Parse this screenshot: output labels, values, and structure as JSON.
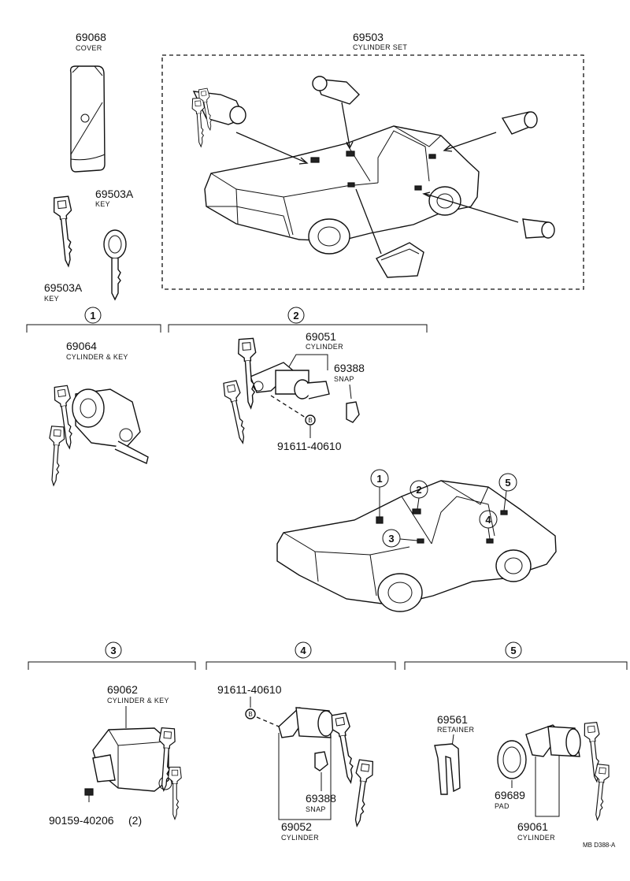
{
  "cover": {
    "number": "69068",
    "name": "COVER"
  },
  "cylinder_set": {
    "number": "69503",
    "name": "CYLINDER SET"
  },
  "key_a": {
    "number": "69503A",
    "name": "KEY"
  },
  "key_b": {
    "number": "69503A",
    "name": "KEY"
  },
  "sections": [
    "1",
    "2",
    "3",
    "4",
    "5"
  ],
  "s1": {
    "number": "69064",
    "name": "CYLINDER & KEY"
  },
  "s2": {
    "cylinder_number": "69051",
    "cylinder_name": "CYLINDER",
    "snap_number": "69388",
    "snap_name": "SNAP",
    "screw_number": "91611-40610"
  },
  "car_callouts": [
    "1",
    "2",
    "3",
    "4",
    "5"
  ],
  "s3": {
    "number": "69062",
    "name": "CYLINDER & KEY",
    "screw_number": "90159-40206",
    "screw_qty": "(2)"
  },
  "s4": {
    "screw_number": "91611-40610",
    "snap_number": "69388",
    "snap_name": "SNAP",
    "cylinder_number": "69052",
    "cylinder_name": "CYLINDER"
  },
  "s5": {
    "retainer_number": "69561",
    "retainer_name": "RETAINER",
    "pad_number": "69689",
    "pad_name": "PAD",
    "cylinder_number": "69061",
    "cylinder_name": "CYLINDER"
  },
  "drawing_code": "MB D388-A",
  "icons": {
    "screw": "screw-icon",
    "key": "key-icon",
    "snap": "snap-clip-icon"
  }
}
